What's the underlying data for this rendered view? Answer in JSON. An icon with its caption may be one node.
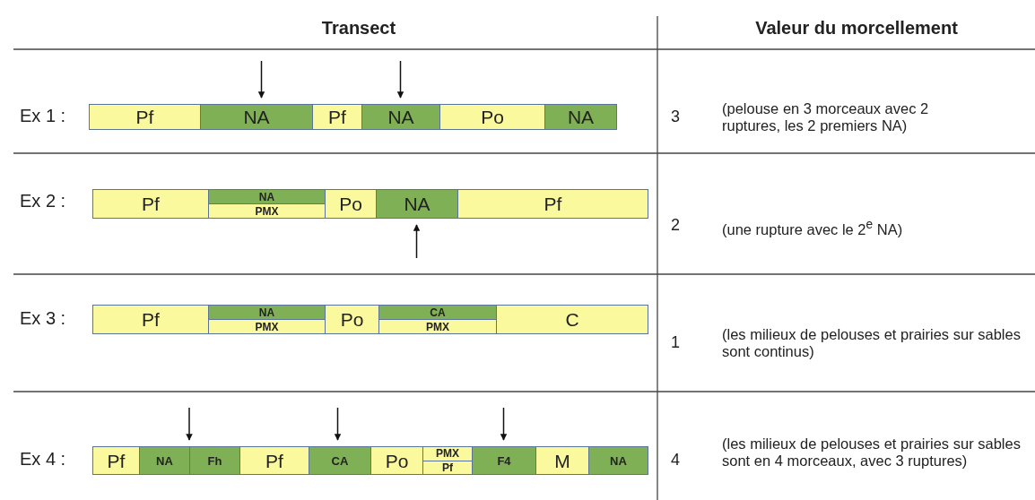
{
  "diagram": {
    "nodes": [
      {
        "text": [
          "Pf"
        ]
      },
      {
        "text": [
          "NA"
        ]
      },
      {
        "text": [
          "Pf"
        ]
      },
      {
        "text": [
          "NA"
        ]
      },
      {
        "text": [
          "Po"
        ]
      },
      {
        "text": [
          "NA"
        ]
      },
      {
        "text": [
          "Pf"
        ]
      },
      {
        "text": [
          "NA",
          "PMX"
        ]
      },
      {
        "text": [
          "Po"
        ]
      },
      {
        "text": [
          "NA"
        ]
      },
      {
        "text": [
          "Pf"
        ]
      },
      {
        "text": [
          "Pf"
        ]
      },
      {
        "text": [
          "NA",
          "PMX"
        ]
      },
      {
        "text": [
          "Po"
        ]
      },
      {
        "text": [
          "CA",
          "PMX"
        ]
      },
      {
        "text": [
          "C"
        ]
      },
      {
        "text": [
          "Pf"
        ]
      },
      {
        "text": [
          "NA"
        ]
      },
      {
        "text": [
          "Fh"
        ]
      },
      {
        "text": [
          "Pf"
        ]
      },
      {
        "text": [
          "CA"
        ]
      },
      {
        "text": [
          "Po"
        ]
      },
      {
        "text": [
          "PMX",
          "Pf"
        ]
      },
      {
        "text": [
          "F4"
        ]
      },
      {
        "text": [
          "M"
        ]
      },
      {
        "text": [
          "NA"
        ]
      }
    ],
    "edges": [
      {
        "from": null,
        "to": 1,
        "arrow": "to"
      },
      {
        "from": null,
        "to": 3,
        "arrow": "to"
      },
      {
        "from": null,
        "to": 9,
        "arrow": "to"
      },
      {
        "from": null,
        "to": 17,
        "arrow": "to"
      },
      {
        "from": null,
        "to": 20,
        "arrow": "to"
      },
      {
        "from": null,
        "to": 23,
        "arrow": "to"
      }
    ],
    "labels": [
      "Transect",
      "Valeur du morcellement",
      "Ex 1 :",
      "3",
      "(pelouse en 3 morceaux avec 2 ruptures, les 2 premiers NA)",
      "Ex 2 :",
      "2",
      "(une rupture avec le 2$^{e}$ NA)",
      "Ex 3 :",
      "1",
      "(les milieux de pelouses et prairies sur sables sont continus)",
      "Ex 4 :",
      "4",
      "(les milieux de pelouses et prairies sur sables sont en 4 morceaux, avec 3 ruptures)"
    ]
  }
}
